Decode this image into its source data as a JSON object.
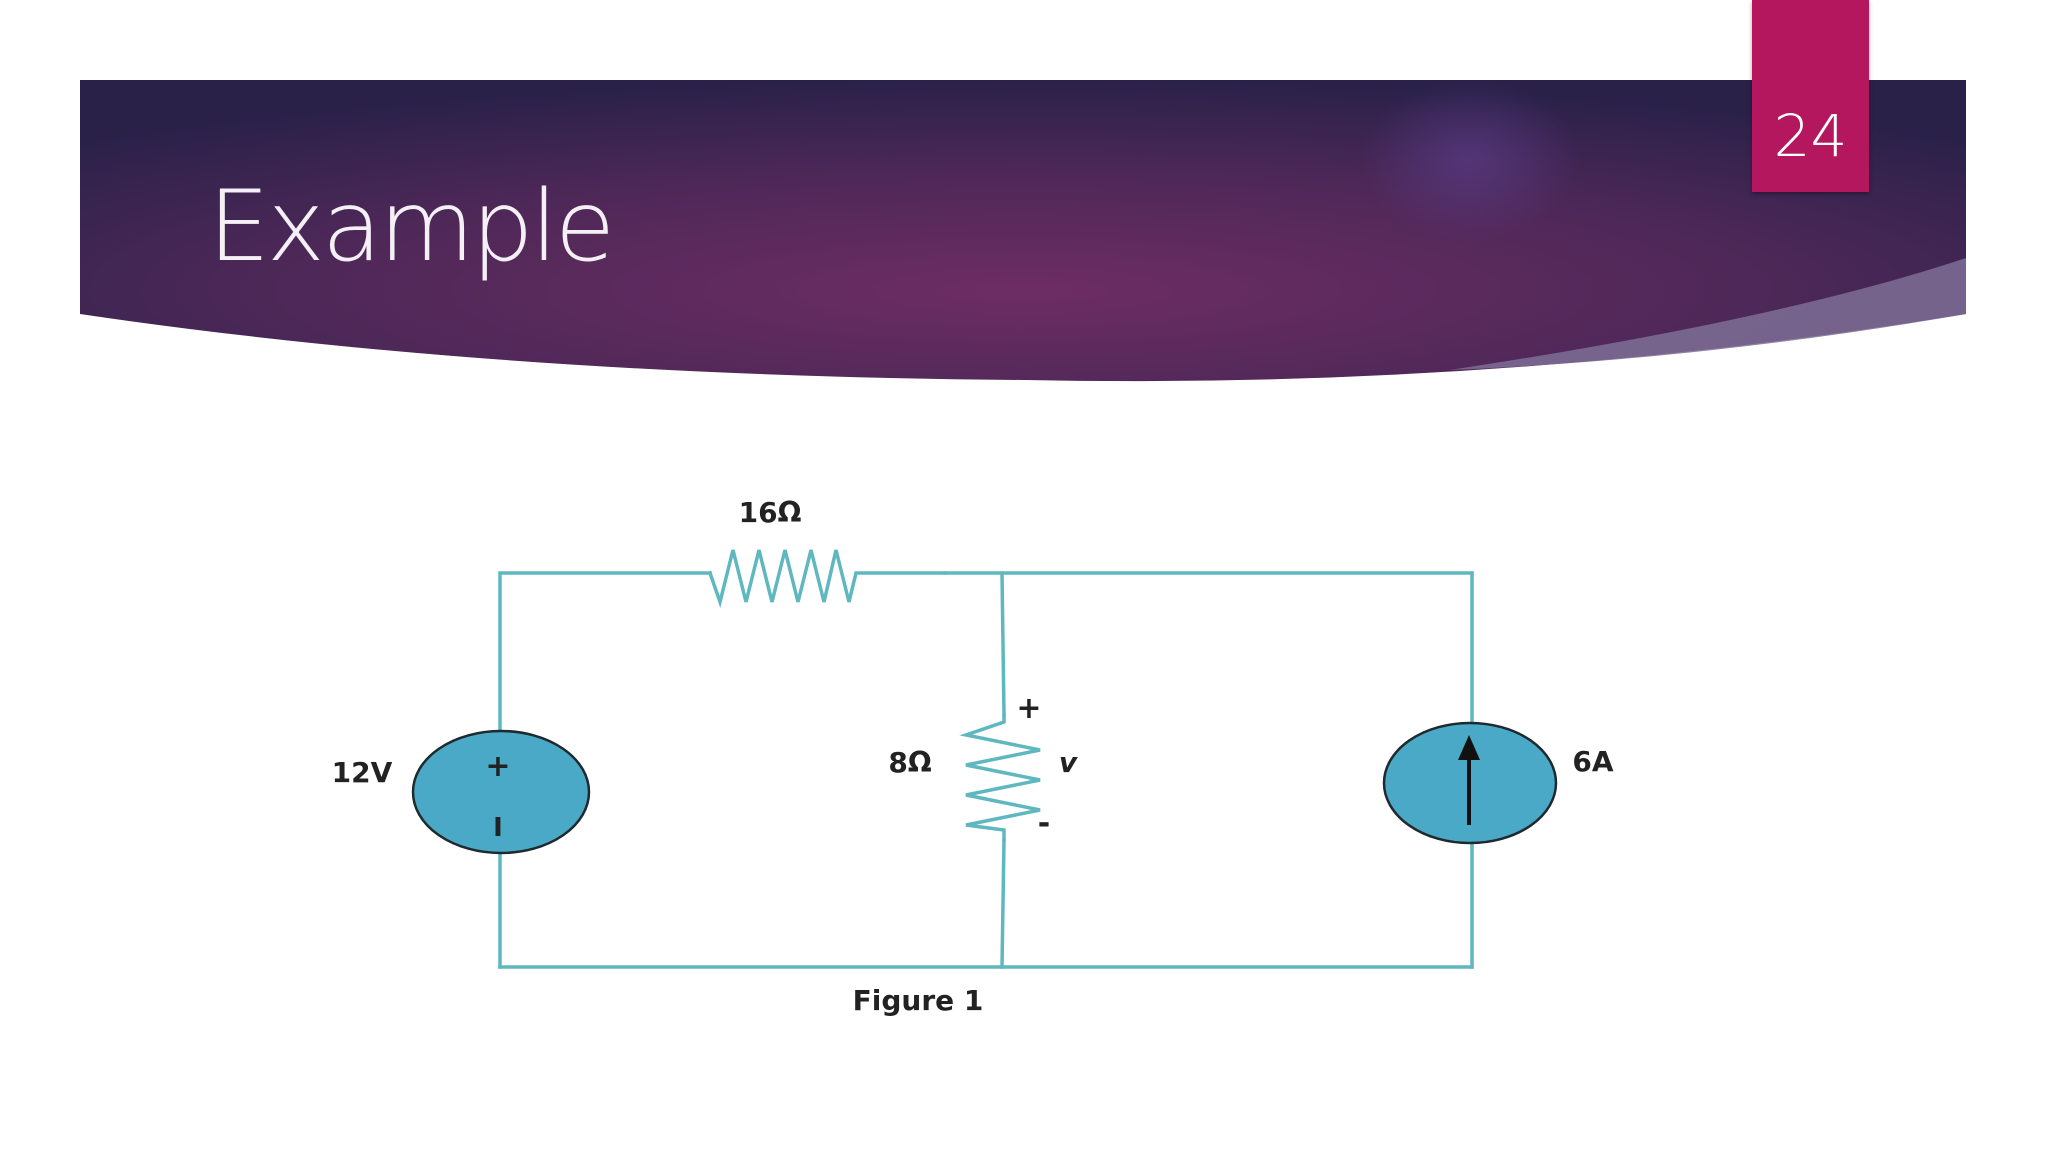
{
  "slide": {
    "title": "Example",
    "page_number": "24"
  },
  "colors": {
    "banner_dark": "#2b2250",
    "banner_mid": "#6a2c62",
    "page_badge": "#b5175f",
    "wire": "#5fb7c0",
    "source_fill": "#4aa9c6"
  },
  "circuit": {
    "resistor_top_label": "16Ω",
    "resistor_mid_label": "8Ω",
    "voltage_source_label": "12V",
    "current_source_label": "6A",
    "voltage_var_label": "v",
    "plus_sign": "+",
    "minus_sign": "-",
    "source_plus": "+",
    "source_minus": "I",
    "figure_caption": "Figure 1"
  }
}
